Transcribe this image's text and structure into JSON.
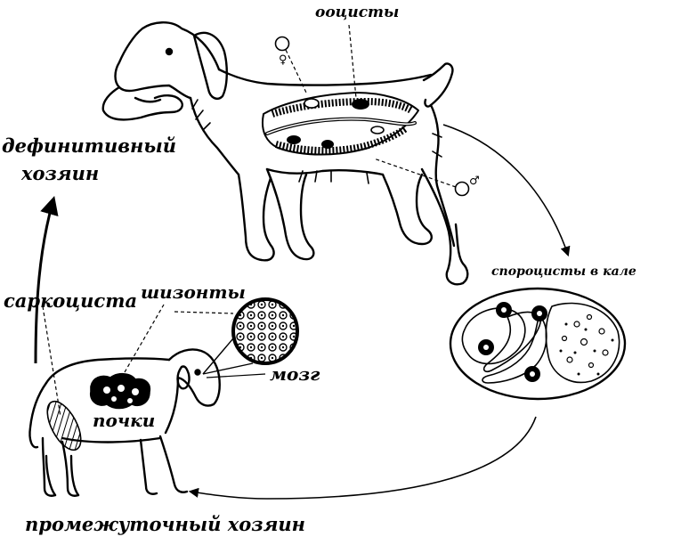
{
  "labels": {
    "oocysts": "ооцисты",
    "definitive_host_line1": "дефинитивный",
    "definitive_host_line2": "хозяин",
    "sporocysts_in_feces": "спороцисты в кале",
    "sarcocyst": "саркоциста",
    "schizonts": "шизонты",
    "brain": "мозг",
    "kidneys": "почки",
    "intermediate_host": "промежуточный хозяин"
  },
  "symbols": {
    "female": "♀",
    "male": "♂"
  },
  "colors": {
    "ink": "#000000",
    "paper": "#ffffff"
  }
}
